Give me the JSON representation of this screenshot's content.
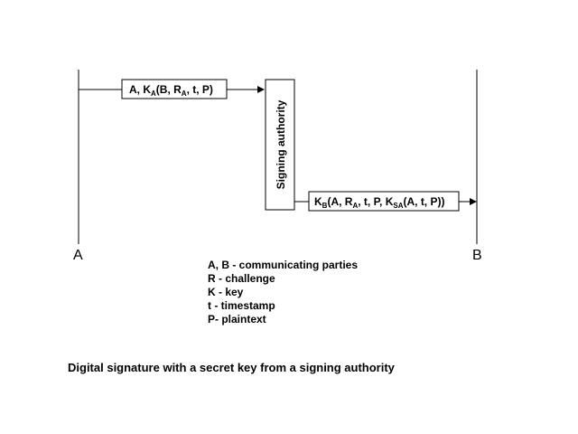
{
  "parties": {
    "a": "A",
    "b": "B"
  },
  "authority": {
    "label": "Signing authority"
  },
  "messages": {
    "first": {
      "p1": "A, K",
      "sub1": "A",
      "p2": "(B, R",
      "sub2": "A",
      "p3": ", t, P)"
    },
    "second": {
      "p1": "K",
      "sub1": "B",
      "p2": "(A, R",
      "sub2": "A",
      "p3": ", t, P, K",
      "sub3": "SA",
      "p4": "(A, t, P))"
    }
  },
  "legend": [
    "A, B - communicating parties",
    "R - challenge",
    "K - key",
    "t - timestamp",
    "P- plaintext"
  ],
  "caption": "Digital signature with a secret key from a signing authority"
}
